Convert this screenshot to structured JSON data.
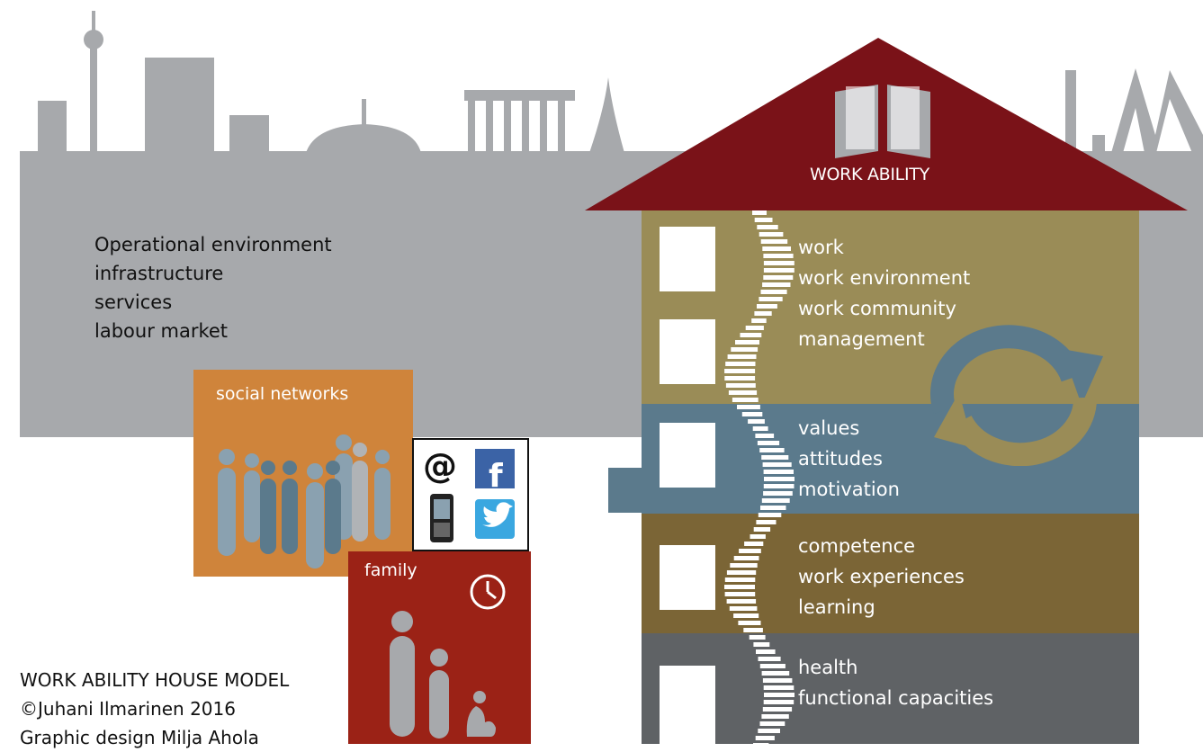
{
  "environment": {
    "lines": [
      "Operational environment",
      "infrastructure",
      "services",
      "labour market"
    ]
  },
  "house": {
    "roof_label": "WORK ABILITY",
    "floors": [
      {
        "name": "work",
        "lines": [
          "work",
          "work environment",
          "work community",
          "management"
        ],
        "color": "#9a8c57"
      },
      {
        "name": "values",
        "lines": [
          "values",
          "attitudes",
          "motivation"
        ],
        "color": "#5b7a8c"
      },
      {
        "name": "competence",
        "lines": [
          "competence",
          "work experiences",
          "learning"
        ],
        "color": "#7b6536"
      },
      {
        "name": "health",
        "lines": [
          "health",
          "functional capacities"
        ],
        "color": "#5f6265"
      }
    ],
    "roof_color": "#7a1218"
  },
  "social_networks": {
    "label": "social networks",
    "color": "#cf843b"
  },
  "family": {
    "label": "family",
    "color": "#9b2216"
  },
  "media_icons": [
    "at-sign-icon",
    "facebook-icon",
    "mobile-phone-icon",
    "twitter-icon"
  ],
  "credits": {
    "title": "WORK ABILITY HOUSE MODEL",
    "copyright": "©Juhani Ilmarinen 2016",
    "design": "Graphic design Milja Ahola"
  },
  "colors": {
    "skyline": "#a7a9ac"
  }
}
